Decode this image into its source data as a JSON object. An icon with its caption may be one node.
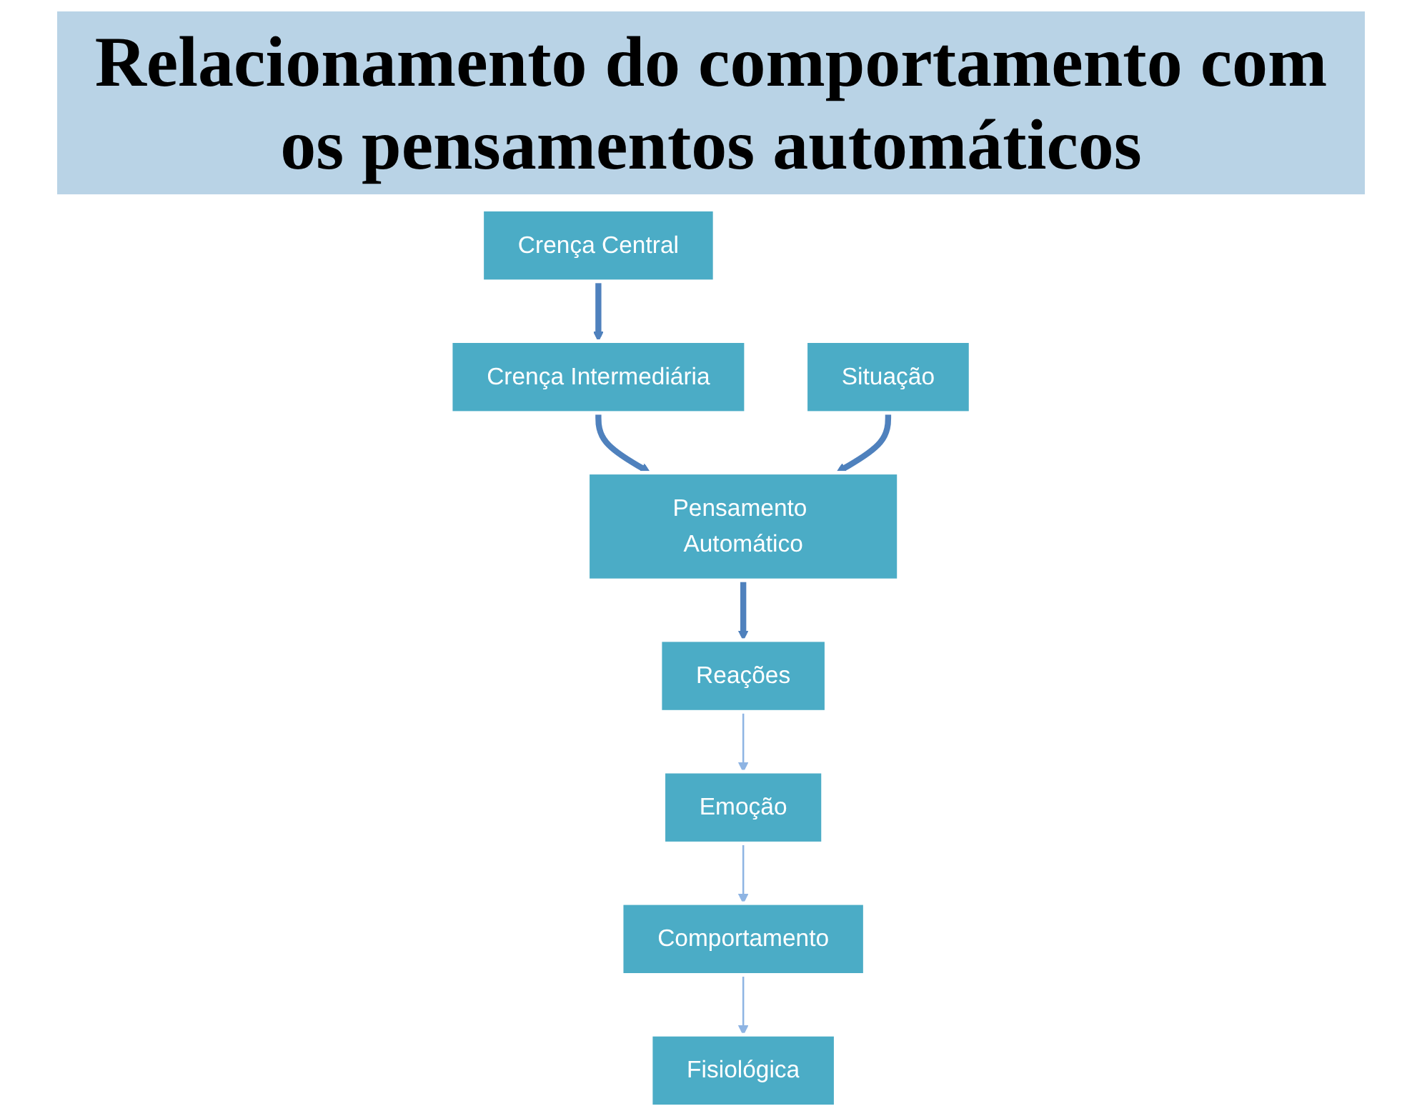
{
  "diagram": {
    "title": "Relacionamento do comportamento com os pensamentos automáticos",
    "nodes": [
      {
        "text": [
          "Crença Central"
        ]
      },
      {
        "text": [
          "Crença Intermediária"
        ]
      },
      {
        "text": [
          "Situação"
        ]
      },
      {
        "text": [
          "Pensamento Automático"
        ]
      },
      {
        "text": [
          "Reações"
        ]
      },
      {
        "text": [
          "Emoção"
        ]
      },
      {
        "text": [
          "Comportamento"
        ]
      },
      {
        "text": [
          "Fisiológica"
        ]
      }
    ],
    "edges": [
      {
        "from": 0,
        "to": 1,
        "arrow": "to"
      },
      {
        "from": 1,
        "to": 3,
        "arrow": "to"
      },
      {
        "from": 2,
        "to": 3,
        "arrow": "to"
      },
      {
        "from": 3,
        "to": 4,
        "arrow": "to"
      },
      {
        "from": 4,
        "to": 5,
        "arrow": "to",
        "color": "#8eb4e3"
      },
      {
        "from": 5,
        "to": 6,
        "arrow": "to",
        "color": "#8eb4e3"
      },
      {
        "from": 6,
        "to": 7,
        "arrow": "to",
        "color": "#8eb4e3"
      }
    ]
  }
}
